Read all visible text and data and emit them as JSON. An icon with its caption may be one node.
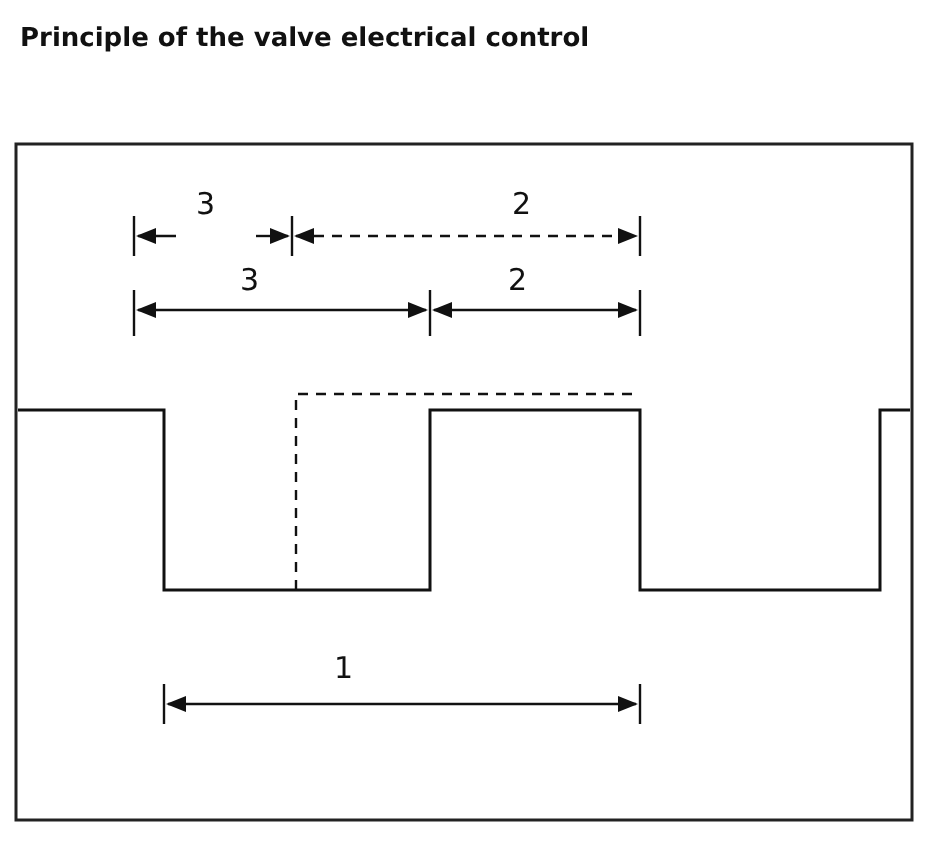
{
  "diagram": {
    "title": "Principle of the valve electrical control",
    "labels": [
      "3",
      "2",
      "3",
      "2",
      "1"
    ]
  }
}
